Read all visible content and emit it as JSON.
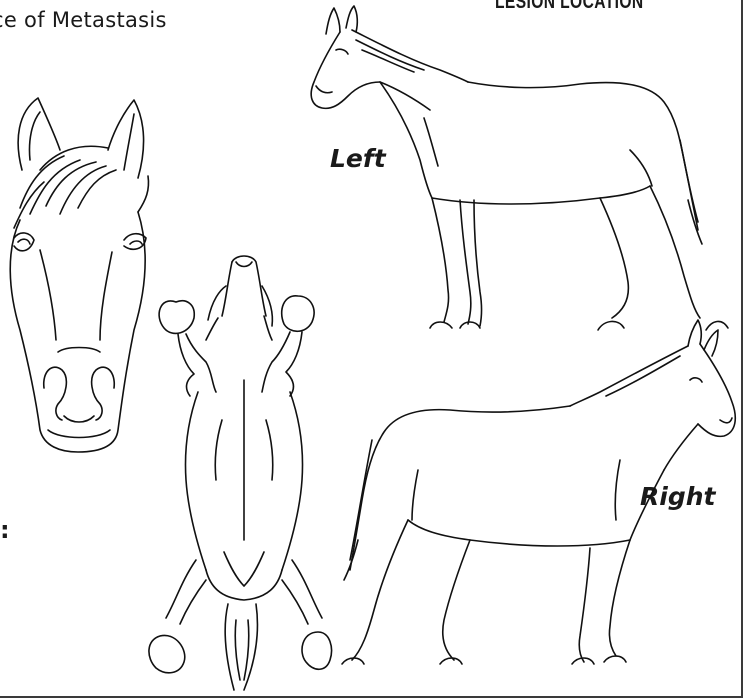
{
  "form": {
    "fragment_title": "ce of Metastasis",
    "section_title": "LESION LOCATION",
    "left_label": "Left",
    "right_label": "Right",
    "colon_fragment": ":"
  }
}
